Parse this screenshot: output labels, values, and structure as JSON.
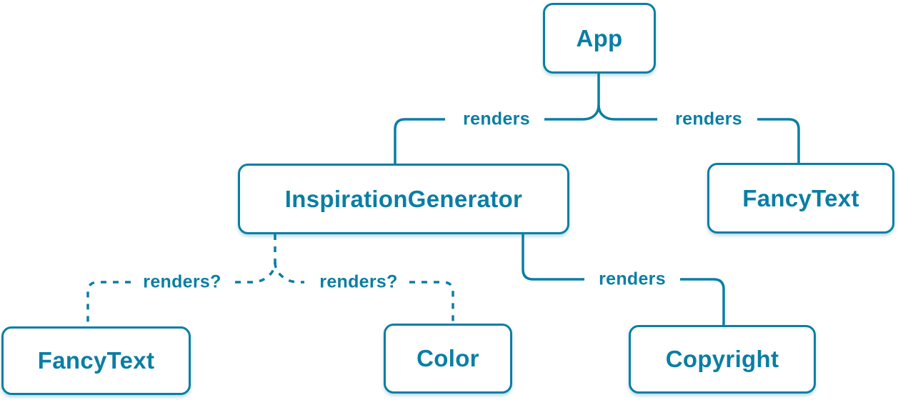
{
  "diagram": {
    "description": "React component render tree",
    "colors": {
      "accent": "#0a7ea4",
      "node_background": "#ffffff",
      "background": "#ffffff"
    },
    "nodes": [
      {
        "id": "app",
        "label": "App"
      },
      {
        "id": "inspiration-generator",
        "label": "InspirationGenerator"
      },
      {
        "id": "fancy-text-top",
        "label": "FancyText"
      },
      {
        "id": "fancy-text-bottom",
        "label": "FancyText"
      },
      {
        "id": "color",
        "label": "Color"
      },
      {
        "id": "copyright",
        "label": "Copyright"
      }
    ],
    "edges": [
      {
        "from": "App",
        "to": "InspirationGenerator",
        "label": "renders",
        "style": "solid"
      },
      {
        "from": "App",
        "to": "FancyText",
        "label": "renders",
        "style": "solid"
      },
      {
        "from": "InspirationGenerator",
        "to": "FancyText",
        "label": "renders?",
        "style": "dashed"
      },
      {
        "from": "InspirationGenerator",
        "to": "Color",
        "label": "renders?",
        "style": "dashed"
      },
      {
        "from": "InspirationGenerator",
        "to": "Copyright",
        "label": "renders",
        "style": "solid"
      }
    ]
  }
}
